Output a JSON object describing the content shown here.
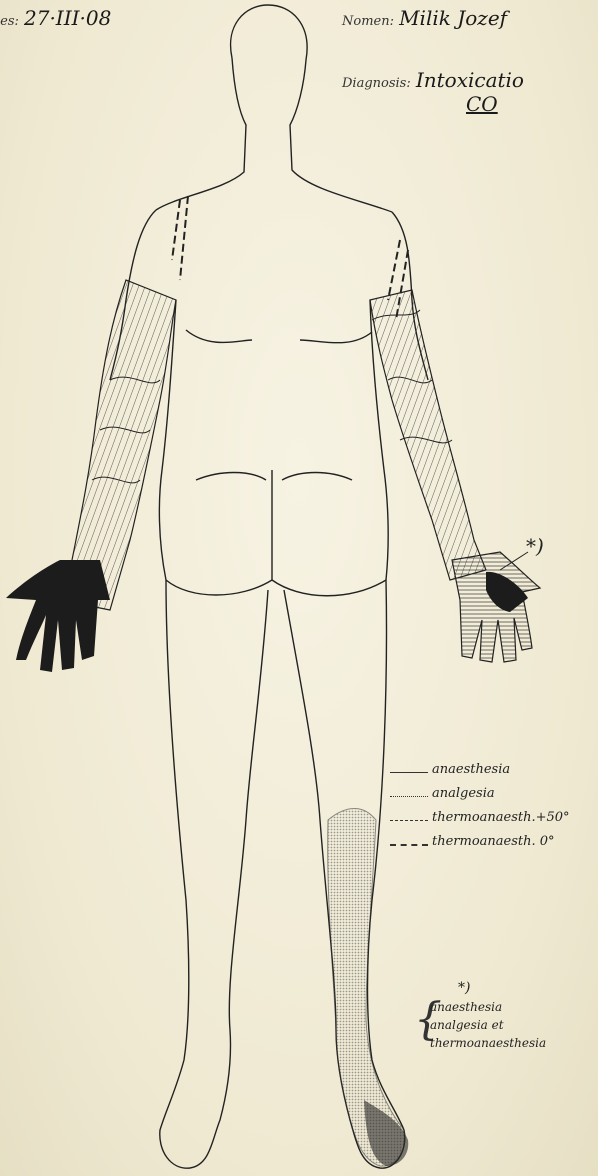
{
  "header": {
    "date_label": "ies:",
    "date_value": "27·III·08",
    "nomen_label": "Nomen:",
    "nomen_value": "Milik Jozef",
    "diagnosis_label": "Diagnosis:",
    "diagnosis_value": "Intoxicatio",
    "diagnosis_value2": "CO"
  },
  "legend": [
    {
      "label": "anaesthesia",
      "style": "solid"
    },
    {
      "label": "analgesia",
      "style": "dotted"
    },
    {
      "label": "thermoanaesth.+50°",
      "style": "dash-dot"
    },
    {
      "label": "thermoanaesth. 0°",
      "style": "dashed"
    }
  ],
  "footnote": {
    "marker": "*)",
    "lines": [
      "anaesthesia",
      "analgesia et",
      "thermoanaesthesia"
    ]
  },
  "hand_marker": "*)",
  "colors": {
    "paper": "#f4efdc",
    "ink": "#222222",
    "shade": "#1c1c1c"
  }
}
